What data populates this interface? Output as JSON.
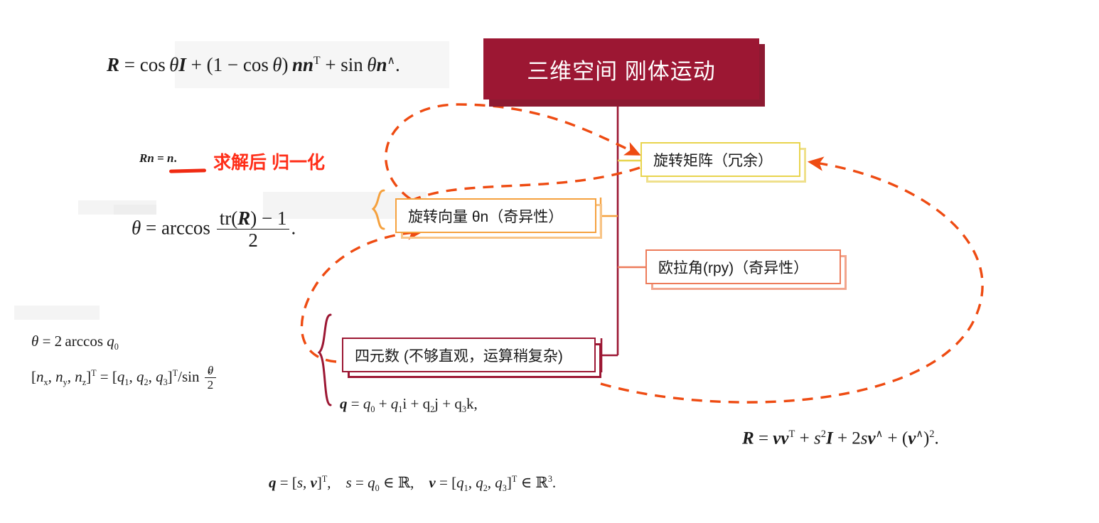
{
  "title": {
    "text": "三维空间 刚体运动",
    "bg": "#9C1733",
    "shadow": "#8D1A32",
    "color": "#FFFFFF"
  },
  "nodes": [
    {
      "id": "rotation-matrix",
      "label": "旋转矩阵（冗余）",
      "border": "#E8D44D",
      "shadow": "#EFE08C",
      "connector": "#E8D44D"
    },
    {
      "id": "rotation-vector",
      "label": "旋转向量 θn（奇异性）",
      "border": "#F5A13E",
      "shadow": "#F8C486",
      "connector": "#F5A13E"
    },
    {
      "id": "euler-angles",
      "label": "欧拉角(rpy)（奇异性）",
      "border": "#ED7B5A",
      "shadow": "#F2A58D",
      "connector": "#ED7B5A"
    },
    {
      "id": "quaternion",
      "label": "四元数 (不够直观，运算稍复杂)",
      "border": "#9C1733",
      "shadow": "#9C1733",
      "connector": "#9C1733"
    }
  ],
  "annotation": {
    "red_note": "求解后 归一化",
    "red_color": "#FF2D17"
  },
  "formulas": {
    "rodrigues": "R = cos θI + (1 − cos θ) nn^T + sin θn^.",
    "eigen": "Rn = n.",
    "theta_from_R": "θ = arccos ( tr(R) − 1 ) / 2 .",
    "quat_to_axis_angle_line1": "θ = 2 arccos q0",
    "quat_to_axis_angle_line2": "[nx, ny, nz]^T = [q1, q2, q3]^T / sin (θ/2)",
    "quat_def": "q = q0 + q1 i + q2 j + q3 k,",
    "quat_sv": "q = [s, v]^T,   s = q0 ∈ ℝ,   v = [q1, q2, q3]^T ∈ ℝ^3.",
    "R_from_quat": "R = vv^T + s^2 I + 2sv^ + (v^)^2."
  },
  "arrows": {
    "color": "#EE4B12",
    "style": "dashed",
    "items": [
      {
        "from": "rotation-vector",
        "to": "rotation-matrix",
        "name": "arrow-rotvec-to-rotmat"
      },
      {
        "from": "rotation-matrix",
        "to": "rotation-vector",
        "name": "arrow-rotmat-to-rotvec"
      },
      {
        "from": "quaternion",
        "to": "rotation-vector",
        "name": "arrow-quat-to-rotvec"
      },
      {
        "from": "quaternion",
        "to": "rotation-matrix",
        "name": "arrow-quat-to-rotmat"
      }
    ]
  },
  "braces": [
    {
      "name": "brace-rotation-vector",
      "color": "#F5A13E"
    },
    {
      "name": "brace-quaternion",
      "color": "#9C1733"
    }
  ]
}
